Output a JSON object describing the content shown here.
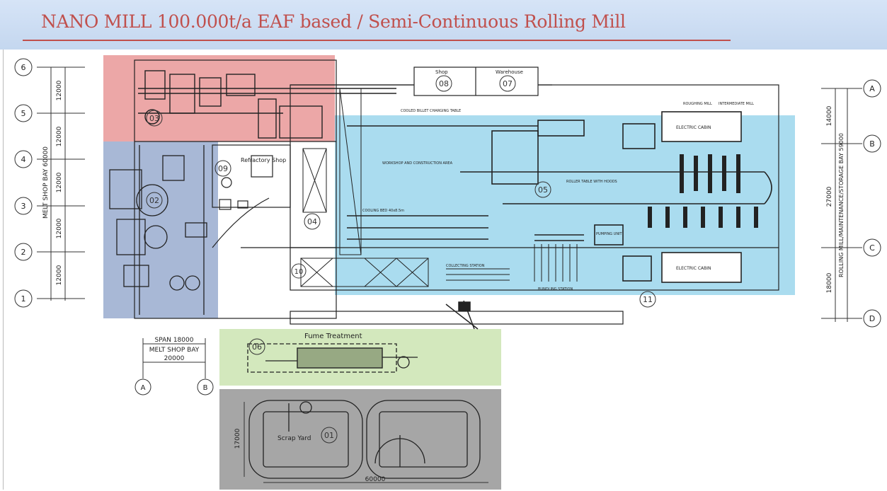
{
  "header": {
    "title": "NANO MILL 100.000t/a EAF based / Semi-Continuous Rolling Mill"
  },
  "colors": {
    "melt_shop_zone": "#a8b8d6",
    "ccm_zone": "#eca7a7",
    "rolling_zone": "#aadcef",
    "fume_zone": "#d3e8bd",
    "scrap_zone": "#a6a6a6",
    "title": "#c0504d"
  },
  "axes": {
    "left_rows": [
      "6",
      "5",
      "4",
      "3",
      "2",
      "1"
    ],
    "left_spans": [
      "12000",
      "12000",
      "12000",
      "12000",
      "12000"
    ],
    "left_total": "MELT SHOP BAY 60000",
    "right_rows": [
      "A",
      "B",
      "C",
      "D"
    ],
    "right_spans": [
      "14000",
      "27000",
      "18000"
    ],
    "right_total": "ROLLING MILL/MAINTENANCE/STORAGE BAY 59000",
    "bottom_span": "SPAN 18000",
    "bottom_bay": "MELT SHOP BAY",
    "bottom_dim": "20000",
    "bottom_cols": [
      "A",
      "B"
    ]
  },
  "zones": {
    "melt_shop": "02",
    "ccm": "03",
    "refractory_label": "Refractory Shop",
    "refractory": "09",
    "storage": "04",
    "rolling": "05",
    "fume_label": "Fume Treatment",
    "fume": "06",
    "scrap_label": "Scrap Yard",
    "scrap": "01",
    "scrap_dim_h": "17000",
    "scrap_dim_w": "60000",
    "shop": "08",
    "shop_label": "Shop",
    "warehouse": "07",
    "warehouse_label": "Warehouse",
    "area_10": "10",
    "area_11": "11"
  },
  "plan_labels": {
    "cooled_billet": "COOLED BILLET CHARGING TABLE",
    "electric_cabin": "ELECTRIC CABIN",
    "roller_table": "ROLLER TABLE WITH HOODS",
    "cooling_bed": "COOLING BED 40x8.5m",
    "roughing_mill": "ROUGHING MILL",
    "intermediate_mill": "INTERMEDIATE MILL",
    "pumping": "PUMPING UNIT",
    "bundling": "BUNDLING STATION",
    "collecting": "COLLECTING STATION",
    "workshop": "WORKSHOP AND CONSTRUCTION AREA"
  }
}
